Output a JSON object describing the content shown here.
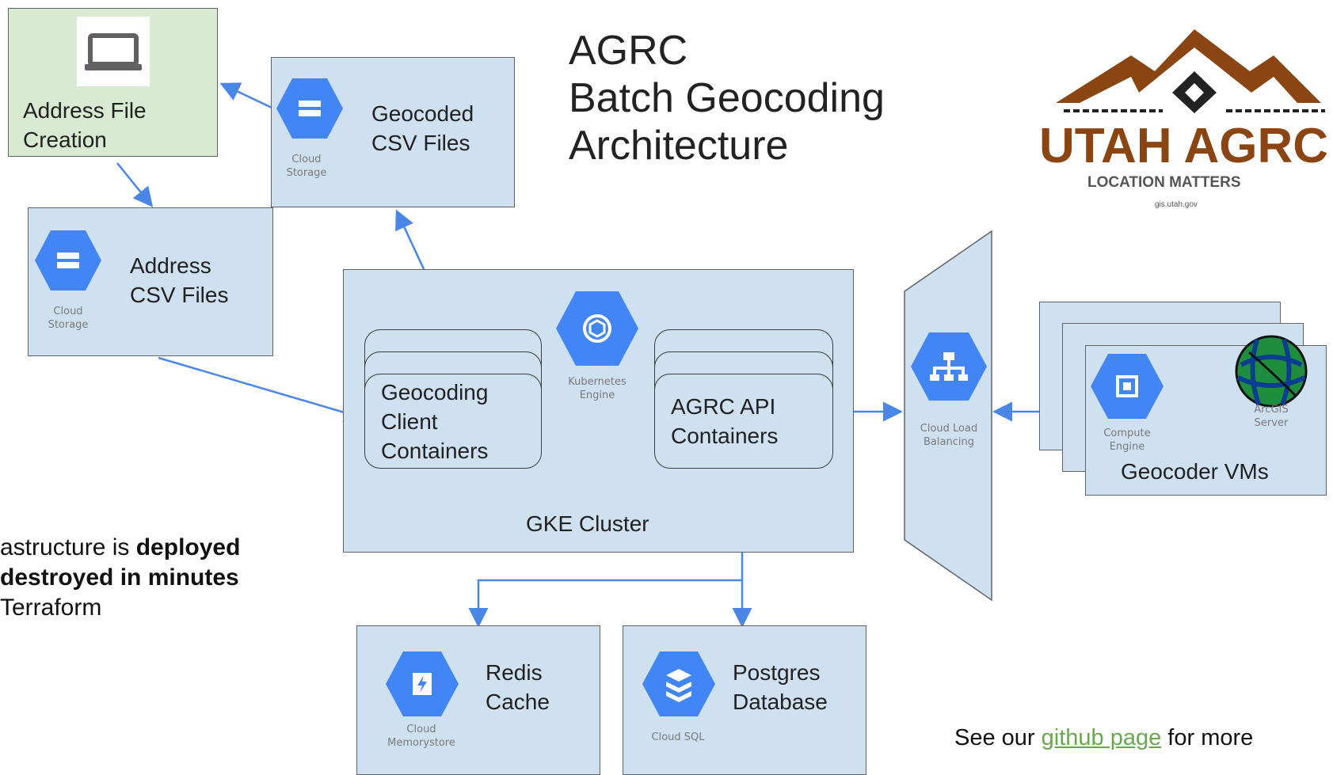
{
  "title": "AGRC\nBatch Geocoding\nArchitecture",
  "logo": {
    "main": "UTAH AGRC",
    "tagline": "LOCATION MATTERS",
    "url": "gis.utah.gov"
  },
  "nodes": {
    "address_file_creation": "Address File\nCreation",
    "geocoded_csv": "Geocoded\nCSV Files",
    "address_csv": "Address\nCSV Files",
    "gke_cluster": "GKE Cluster",
    "kubernetes_engine": "Kubernetes\nEngine",
    "geocoding_client": "Geocoding\nClient\nContainers",
    "agrc_api": "AGRC API\nContainers",
    "cloud_load_balancing": "Cloud Load\nBalancing",
    "compute_engine": "Compute\nEngine",
    "arcgis_server": "ArcGIS\nServer",
    "geocoder_vms": "Geocoder VMs",
    "redis_cache": "Redis\nCache",
    "cloud_memorystore": "Cloud\nMemorystore",
    "postgres_db": "Postgres\nDatabase",
    "cloud_sql": "Cloud SQL",
    "cloud_storage_1": "Cloud\nStorage",
    "cloud_storage_2": "Cloud\nStorage"
  },
  "note": {
    "part1": "astructure is ",
    "bold1": "deployed",
    "bold2": " destroyed in minutes",
    "part3": " Terraform"
  },
  "footer": {
    "prefix": "See our ",
    "link": "github page",
    "suffix": " for more"
  },
  "colors": {
    "box_fill": "#cfe0f1",
    "green_fill": "#d9ead3",
    "icon_blue": "#4285f4",
    "arrow": "#4a86e8",
    "logo_brown": "#8b4513",
    "link": "#6aa84f"
  }
}
